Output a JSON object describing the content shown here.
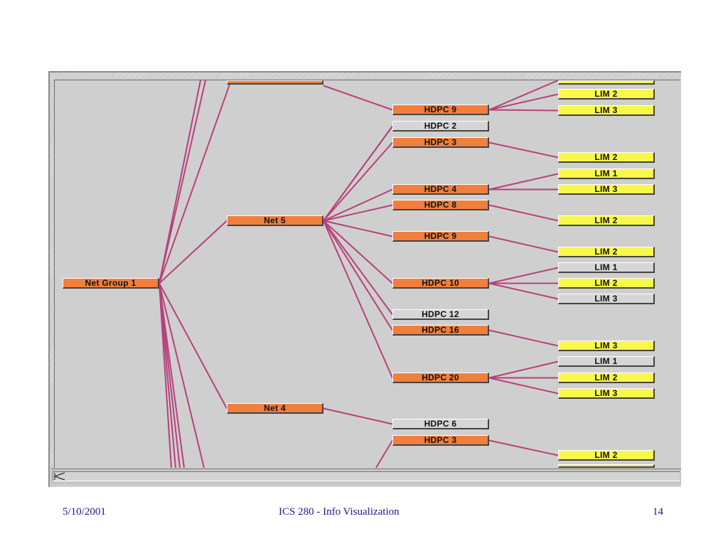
{
  "footer": {
    "date": "5/10/2001",
    "title": "ICS 280 - Info Visualization",
    "page": "14"
  },
  "colors": {
    "orange": "#f07f3e",
    "gray": "#d6d6d6",
    "yellow": "#f8f84a",
    "edge": "#b8407a",
    "panel": "#cfcfcf"
  },
  "tree": {
    "nodes": [
      {
        "id": "net-top",
        "label": "",
        "color": "orange"
      },
      {
        "id": "ng1",
        "label": "Net Group 1",
        "color": "orange"
      },
      {
        "id": "net5",
        "label": "Net 5",
        "color": "orange"
      },
      {
        "id": "net4",
        "label": "Net 4",
        "color": "orange"
      },
      {
        "id": "hdpc9a",
        "label": "HDPC 9",
        "color": "orange"
      },
      {
        "id": "hdpc2",
        "label": "HDPC 2",
        "color": "gray"
      },
      {
        "id": "hdpc3a",
        "label": "HDPC 3",
        "color": "orange"
      },
      {
        "id": "hdpc4",
        "label": "HDPC 4",
        "color": "orange"
      },
      {
        "id": "hdpc8",
        "label": "HDPC 8",
        "color": "orange"
      },
      {
        "id": "hdpc9b",
        "label": "HDPC 9",
        "color": "orange"
      },
      {
        "id": "hdpc10",
        "label": "HDPC 10",
        "color": "orange"
      },
      {
        "id": "hdpc12",
        "label": "HDPC 12",
        "color": "gray"
      },
      {
        "id": "hdpc16",
        "label": "HDPC 16",
        "color": "orange"
      },
      {
        "id": "hdpc20",
        "label": "HDPC 20",
        "color": "orange"
      },
      {
        "id": "hdpc6",
        "label": "HDPC 6",
        "color": "gray"
      },
      {
        "id": "hdpc3b",
        "label": "HDPC 3",
        "color": "orange"
      },
      {
        "id": "lim-top",
        "label": "",
        "color": "yellow"
      },
      {
        "id": "lim2a",
        "label": "LIM 2",
        "color": "yellow"
      },
      {
        "id": "lim3a",
        "label": "LIM 3",
        "color": "yellow"
      },
      {
        "id": "lim2b",
        "label": "LIM 2",
        "color": "yellow"
      },
      {
        "id": "lim1a",
        "label": "LIM 1",
        "color": "yellow"
      },
      {
        "id": "lim3b",
        "label": "LIM 3",
        "color": "yellow"
      },
      {
        "id": "lim2c",
        "label": "LIM 2",
        "color": "yellow"
      },
      {
        "id": "lim2d",
        "label": "LIM 2",
        "color": "yellow"
      },
      {
        "id": "lim1b",
        "label": "LIM 1",
        "color": "gray"
      },
      {
        "id": "lim2e",
        "label": "LIM 2",
        "color": "yellow"
      },
      {
        "id": "lim3c",
        "label": "LIM 3",
        "color": "gray"
      },
      {
        "id": "lim3d",
        "label": "LIM 3",
        "color": "yellow"
      },
      {
        "id": "lim1c",
        "label": "LIM 1",
        "color": "gray"
      },
      {
        "id": "lim2f",
        "label": "LIM 2",
        "color": "yellow"
      },
      {
        "id": "lim3e",
        "label": "LIM 3",
        "color": "yellow"
      },
      {
        "id": "lim2g",
        "label": "LIM 2",
        "color": "yellow"
      },
      {
        "id": "lim-bottom",
        "label": "",
        "color": "yellow"
      }
    ],
    "edges": [
      [
        "ng1",
        "net5"
      ],
      [
        "ng1",
        "net4"
      ],
      [
        "net5",
        "hdpc2"
      ],
      [
        "net5",
        "hdpc3a"
      ],
      [
        "net5",
        "hdpc4"
      ],
      [
        "net5",
        "hdpc8"
      ],
      [
        "net5",
        "hdpc9b"
      ],
      [
        "net5",
        "hdpc10"
      ],
      [
        "net5",
        "hdpc12"
      ],
      [
        "net5",
        "hdpc16"
      ],
      [
        "net5",
        "hdpc20"
      ],
      [
        "net4",
        "hdpc6"
      ],
      [
        "net-top",
        "hdpc9a"
      ],
      [
        "hdpc9a",
        "lim2a"
      ],
      [
        "hdpc9a",
        "lim3a"
      ],
      [
        "hdpc3a",
        "lim2b"
      ],
      [
        "hdpc4",
        "lim1a"
      ],
      [
        "hdpc4",
        "lim3b"
      ],
      [
        "hdpc8",
        "lim2c"
      ],
      [
        "hdpc9b",
        "lim2d"
      ],
      [
        "hdpc10",
        "lim1b"
      ],
      [
        "hdpc10",
        "lim2e"
      ],
      [
        "hdpc10",
        "lim3c"
      ],
      [
        "hdpc16",
        "lim3d"
      ],
      [
        "hdpc20",
        "lim1c"
      ],
      [
        "hdpc20",
        "lim2f"
      ],
      [
        "hdpc20",
        "lim3e"
      ],
      [
        "hdpc3b",
        "lim2g"
      ]
    ]
  }
}
